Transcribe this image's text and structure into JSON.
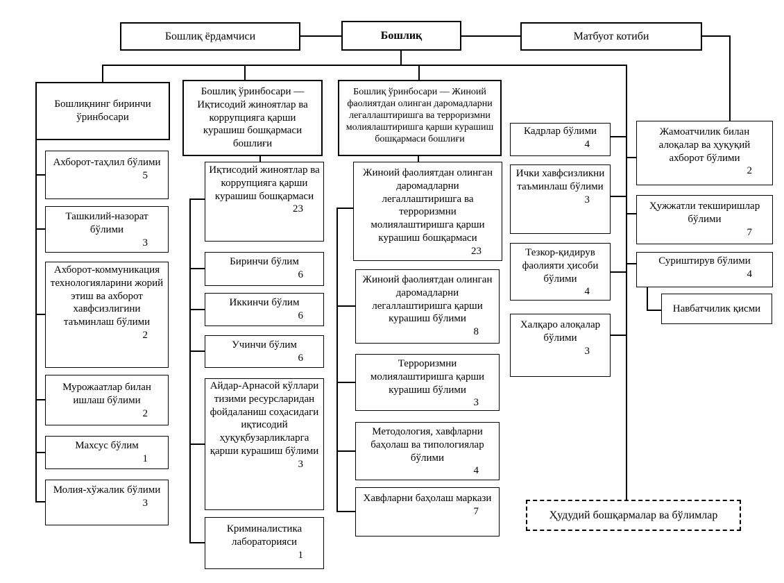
{
  "top_row": {
    "assistant": "Бошлиқ ёрдамчиси",
    "chief": "Бошлиқ",
    "press_secretary": "Матбуот котиби"
  },
  "columns": {
    "col1": {
      "deputy": "Бошлиқнинг биринчи ўринбосари",
      "units": [
        {
          "label": "Ахборот-таҳлил бўлими",
          "count": "5"
        },
        {
          "label": "Ташкилий-назорат бўлими",
          "count": "3"
        },
        {
          "label": "Ахборот-коммуникация технологияларини жорий этиш ва ахборот хавфсизлигини таъминлаш бўлими",
          "count": "2"
        },
        {
          "label": "Мурожаатлар билан ишлаш бўлими",
          "count": "2"
        },
        {
          "label": "Махсус бўлим",
          "count": "1"
        },
        {
          "label": "Молия-хўжалик бўлими",
          "count": "3"
        }
      ]
    },
    "col2": {
      "deputy": "Бошлиқ ўринбосари — Иқтисодий жиноятлар ва коррупцияга қарши курашиш бошқармаси бошлиғи",
      "department": {
        "label": "Иқтисодий жиноятлар ва коррупцияга қарши курашиш бошқармаси",
        "count": "23"
      },
      "units": [
        {
          "label": "Биринчи бўлим",
          "count": "6"
        },
        {
          "label": "Иккинчи бўлим",
          "count": "6"
        },
        {
          "label": "Учинчи бўлим",
          "count": "6"
        },
        {
          "label": "Айдар-Арнасой кўллари тизими ресурсларидан фойдаланиш соҳасидаги иқтисодий ҳуқуқбузарликларга қарши курашиш бўлими",
          "count": "3"
        },
        {
          "label": "Криминалистика лабораторияси",
          "count": "1"
        }
      ]
    },
    "col3": {
      "deputy": "Бошлиқ ўринбосари — Жиноий фаолиятдан олинган даромадларни легаллаштиришга ва терроризмни молиялаштиришга қарши курашиш бошқармаси бошлиғи",
      "department": {
        "label": "Жиноий фаолиятдан олинган даромадларни легаллаштиришга ва терроризмни молиялаштиришга қарши курашиш бошқармаси",
        "count": "23"
      },
      "units": [
        {
          "label": "Жиноий фаолиятдан олинган даромадларни легаллаштиришга қарши курашиш бўлими",
          "count": "8"
        },
        {
          "label": "Терроризмни молиялаштиришга қарши курашиш бўлими",
          "count": "3"
        },
        {
          "label": "Методология, хавфларни баҳолаш ва типологиялар бўлими",
          "count": "4"
        },
        {
          "label": "Хавфларни баҳолаш маркази",
          "count": "7"
        }
      ]
    },
    "col4": {
      "units": [
        {
          "label": "Кадрлар бўлими",
          "count": "4"
        },
        {
          "label": "Ички хавфсизликни таъминлаш бўлими",
          "count": "3"
        },
        {
          "label": "Тезкор-қидирув фаолияти ҳисоби бўлими",
          "count": "4"
        },
        {
          "label": "Халқаро алоқалар бўлими",
          "count": "3"
        }
      ]
    },
    "col5": {
      "units": [
        {
          "label": "Жамоатчилик билан алоқалар ва ҳуқуқий ахборот бўлими",
          "count": "2"
        },
        {
          "label": "Ҳужжатли текширишлар бўлими",
          "count": "7"
        },
        {
          "label": "Суриштирув бўлими",
          "count": "4"
        },
        {
          "label": "Навбатчилик қисми"
        }
      ]
    }
  },
  "territorial": {
    "label": "Ҳудудий бошқармалар ва бўлимлар"
  }
}
